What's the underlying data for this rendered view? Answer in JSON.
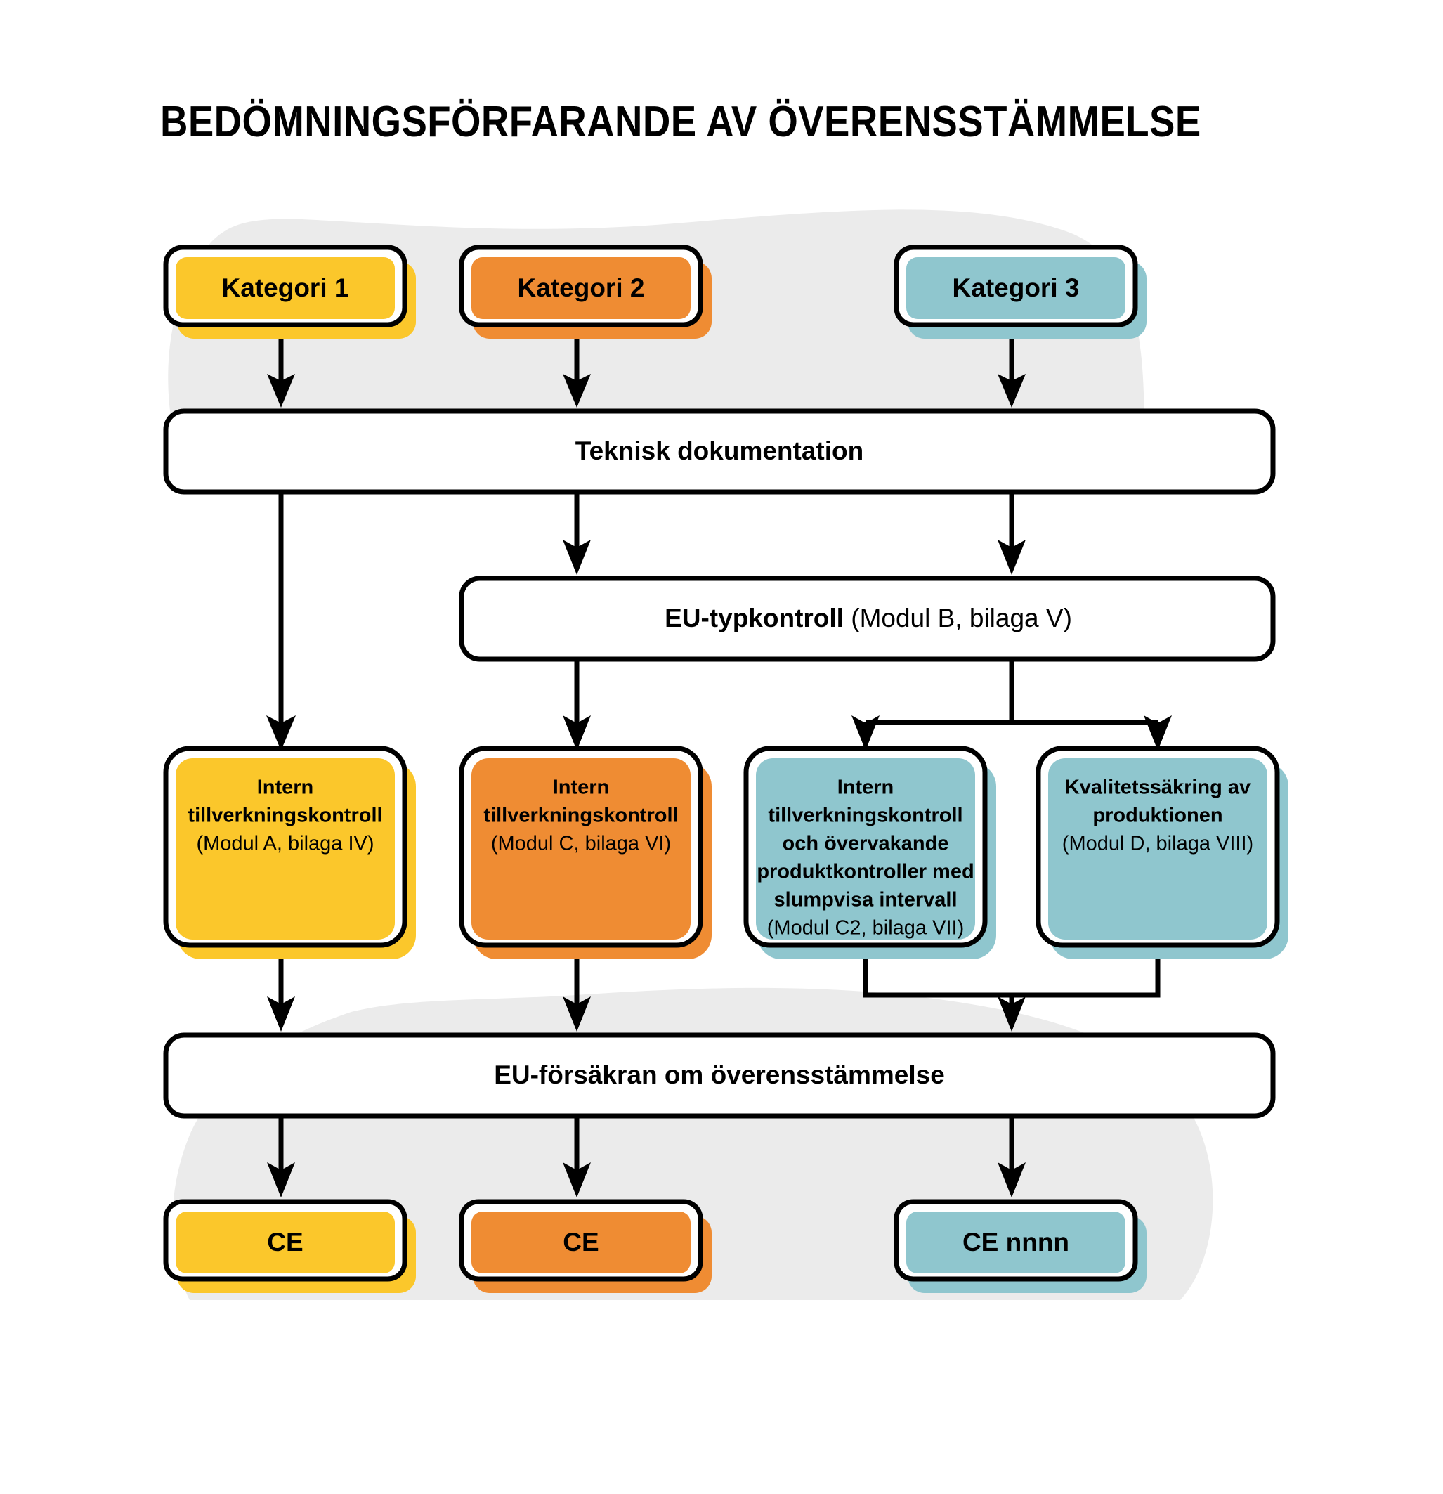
{
  "title": "BEDÖMNINGSFÖRFARANDE AV ÖVERENSSTÄMMELSE",
  "colors": {
    "yellow": "#FBC72B",
    "orange": "#EF8C33",
    "blue": "#8FC6CE",
    "white": "#FFFFFF",
    "outline": "#000000",
    "blob": "#EBEBEB"
  },
  "nodes": {
    "kategori_1": {
      "label": "Kategori 1",
      "color": "yellow"
    },
    "kategori_2": {
      "label": "Kategori 2",
      "color": "orange"
    },
    "kategori_3": {
      "label": "Kategori 3",
      "color": "blue"
    },
    "teknisk_dokumentation": {
      "label": "Teknisk dokumentation",
      "color": "white"
    },
    "eu_typkontroll": {
      "label_bold": "EU-typkontroll",
      "label_reg": " (Modul B, bilaga V)",
      "color": "white"
    },
    "modul_a": {
      "line1": "Intern",
      "line2": "tillverkningskontroll",
      "line3": "(Modul A, bilaga IV)",
      "color": "yellow"
    },
    "modul_c": {
      "line1": "Intern",
      "line2": "tillverkningskontroll",
      "line3": "(Modul C, bilaga VI)",
      "color": "orange"
    },
    "modul_c2": {
      "line1": "Intern",
      "line2": "tillverkningskontroll",
      "line3": "och övervakande",
      "line4": "produktkontroller med",
      "line5": "slumpvisa intervall",
      "line6": "(Modul C2, bilaga VII)",
      "color": "blue"
    },
    "modul_d": {
      "line1": "Kvalitetssäkring av",
      "line2": "produktionen",
      "line3": "(Modul D, bilaga VIII)",
      "color": "blue"
    },
    "eu_forsakran": {
      "label": "EU-försäkran om överensstämmelse",
      "color": "white"
    },
    "ce_1": {
      "label": "CE",
      "color": "yellow"
    },
    "ce_2": {
      "label": "CE",
      "color": "orange"
    },
    "ce_3": {
      "label": "CE nnnn",
      "color": "blue"
    }
  },
  "chart_data": {
    "type": "diagram",
    "title": "BEDÖMNINGSFÖRFARANDE AV ÖVERENSSTÄMMELSE",
    "flow": [
      {
        "from": "kategori_1",
        "to": "teknisk_dokumentation"
      },
      {
        "from": "kategori_2",
        "to": "teknisk_dokumentation"
      },
      {
        "from": "kategori_3",
        "to": "teknisk_dokumentation"
      },
      {
        "from": "teknisk_dokumentation",
        "to": "modul_a"
      },
      {
        "from": "teknisk_dokumentation",
        "to": "eu_typkontroll"
      },
      {
        "from": "eu_typkontroll",
        "to": "modul_c"
      },
      {
        "from": "eu_typkontroll",
        "to": "modul_c2"
      },
      {
        "from": "eu_typkontroll",
        "to": "modul_d"
      },
      {
        "from": "modul_a",
        "to": "eu_forsakran"
      },
      {
        "from": "modul_c",
        "to": "eu_forsakran"
      },
      {
        "from": "modul_c2",
        "to": "eu_forsakran"
      },
      {
        "from": "modul_d",
        "to": "eu_forsakran"
      },
      {
        "from": "eu_forsakran",
        "to": "ce_1"
      },
      {
        "from": "eu_forsakran",
        "to": "ce_2"
      },
      {
        "from": "eu_forsakran",
        "to": "ce_3"
      }
    ]
  }
}
